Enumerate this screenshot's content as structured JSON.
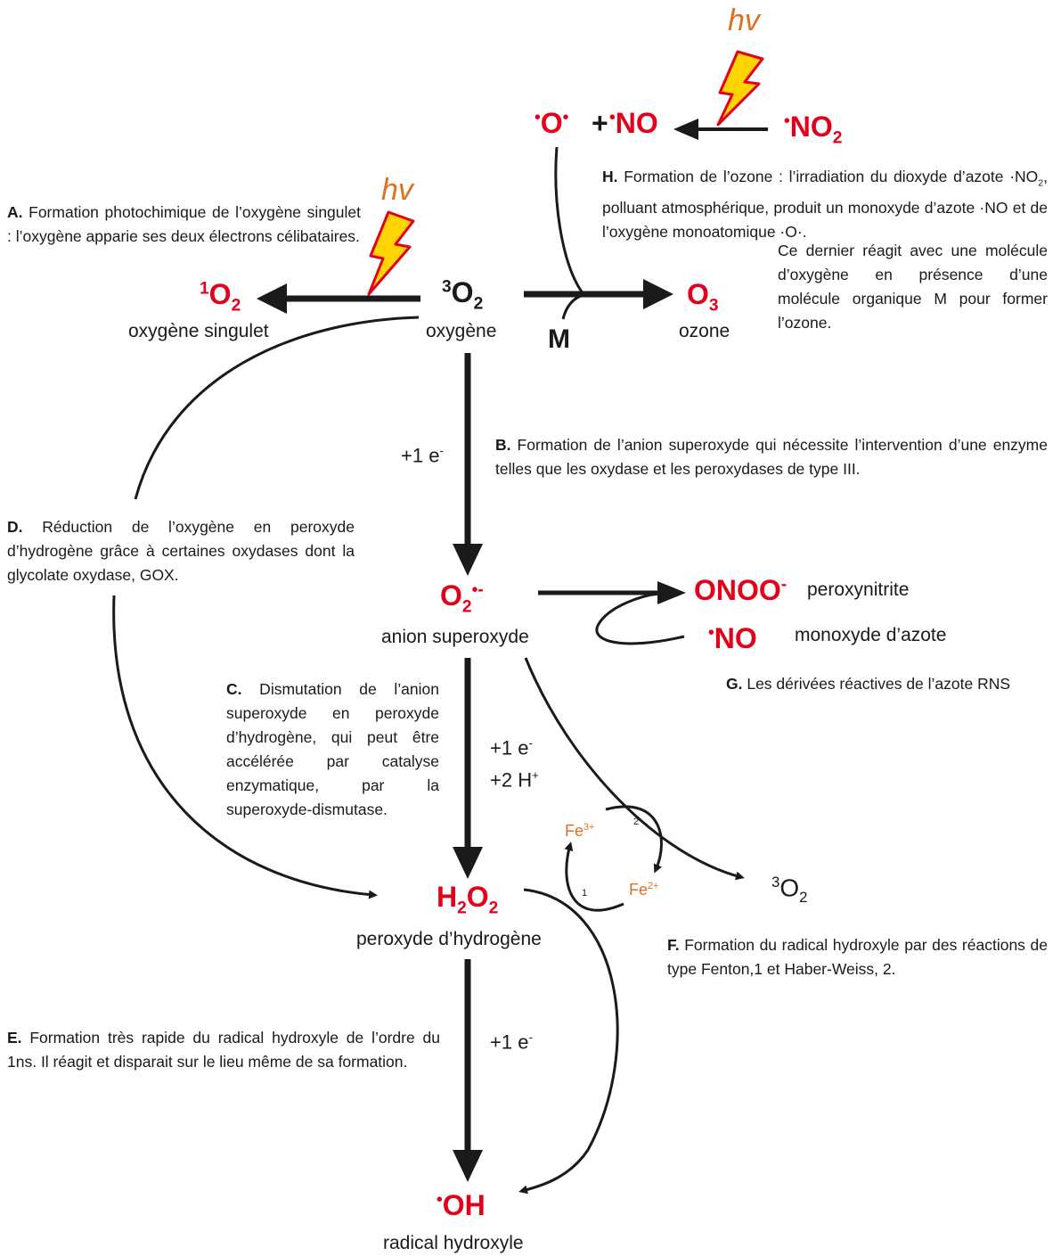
{
  "light": {
    "hv": "hv"
  },
  "species": {
    "triplet_o2": {
      "formula": "O",
      "pre": "3",
      "sub": "2",
      "label": "oxygène"
    },
    "singlet_o2": {
      "formula": "O",
      "pre": "1",
      "sub": "2",
      "label": "oxygène singulet"
    },
    "ozone": {
      "formula": "O",
      "sub": "3",
      "label": "ozone"
    },
    "superoxide": {
      "formula": "O",
      "sub": "2",
      "sup": "•-",
      "label": "anion superoxyde"
    },
    "h2o2": {
      "h": "H",
      "h_sub": "2",
      "o": "O",
      "o_sub": "2",
      "label": "peroxyde d’hydrogène"
    },
    "hydroxyl": {
      "dot": "•",
      "formula": "OH",
      "label": "radical hydroxyle"
    },
    "peroxynitrite": {
      "formula": "ONOO",
      "sup": "-",
      "label": "peroxynitrite"
    },
    "nitric_oxide": {
      "dot": "•",
      "formula": "NO",
      "label": "monoxyde d’azote"
    },
    "o_atom": {
      "dot_left": "•",
      "formula": "O",
      "dot_right": "•"
    },
    "plus": "+",
    "no_product": {
      "dot": "•",
      "formula": "NO"
    },
    "no2": {
      "dot": "•",
      "formula": "NO",
      "sub": "2"
    },
    "m": "M",
    "triplet_o2_f": {
      "pre": "3",
      "formula": "O",
      "sub": "2"
    },
    "fe3": {
      "formula": "Fe",
      "sup": "3+"
    },
    "fe2": {
      "formula": "Fe",
      "sup": "2+"
    },
    "cycle_1": "1",
    "cycle_2": "2"
  },
  "steps": {
    "b_electron": {
      "text": "+1 e",
      "sup": "-"
    },
    "c_electron": {
      "text": "+1 e",
      "sup": "-"
    },
    "c_proton": {
      "text": "+2 H",
      "sup": "+"
    },
    "e_electron": {
      "text": "+1 e",
      "sup": "-"
    }
  },
  "notes": {
    "A": {
      "letter": "A.",
      "text": " Formation photochimique de l’oxygène singulet : l’oxygène apparie ses deux électrons célibataires."
    },
    "B": {
      "letter": "B.",
      "text": " Formation de l’anion superoxyde qui nécessite l’intervention d’une enzyme telles que les oxydase et les peroxydases de type III."
    },
    "C": {
      "letter": "C.",
      "text": " Dismutation de l’anion superoxyde en peroxyde d’hydrogène, qui peut être accélérée par catalyse enzymatique, par la superoxyde-dismutase."
    },
    "D": {
      "letter": "D.",
      "text": " Réduction de l’oxygène en peroxyde d’hydrogène grâce à certaines oxydases dont la glycolate oxydase, GOX."
    },
    "E": {
      "letter": "E.",
      "text": " Formation très rapide du radical hydroxyle de l’ordre du  1ns. Il réagit et disparait sur le lieu même de sa formation."
    },
    "F": {
      "letter": "F.",
      "text": " Formation du radical hydroxyle par des réactions de type Fenton,1 et Haber-Weiss, 2."
    },
    "G": {
      "letter": "G.",
      "text": " Les dérivées réactives de l’azote RNS"
    },
    "H": {
      "letter": "H.",
      "text_1": " Formation de l’ozone : l’irradiation du dioxyde d’azote ·NO",
      "sub": "2",
      "text_2": ", polluant atmosphérique, produit un monoxyde d’azote ·NO et de l’oxygène monoatomique ·O·.",
      "text_3": "Ce dernier réagit avec une molécule d’oxygène en présence d’une molécule organique M pour former l’ozone."
    }
  },
  "colors": {
    "species": "#e3001b",
    "light": "#e07020",
    "arrow": "#1a1a1a",
    "lightning_fill": "#ffd400"
  }
}
